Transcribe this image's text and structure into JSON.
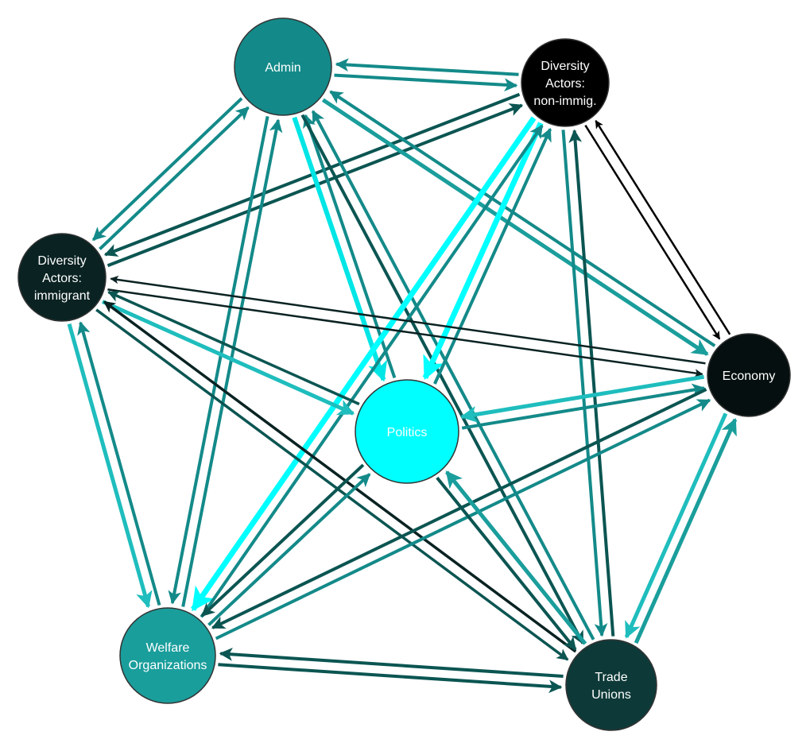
{
  "colors": {
    "teal": "#138a89",
    "tealMid": "#1a9e9c",
    "cyan": "#00ffff",
    "darkTeal": "#0b5552",
    "darkest": "#0a2222",
    "black": "#000000"
  },
  "nodes": [
    {
      "id": "admin",
      "label": "Admin",
      "lines": [
        "Admin"
      ],
      "color": "#138a89"
    },
    {
      "id": "dnon",
      "label": "Diversity Actors: non-immig.",
      "lines": [
        "Diversity",
        "Actors:",
        "non-immig."
      ],
      "color": "#000000"
    },
    {
      "id": "dimm",
      "label": "Diversity Actors: immigrant",
      "lines": [
        "Diversity",
        "Actors:",
        "immigrant"
      ],
      "color": "#0a2222"
    },
    {
      "id": "econ",
      "label": "Economy",
      "lines": [
        "Economy"
      ],
      "color": "#050f0f"
    },
    {
      "id": "pol",
      "label": "Politics",
      "lines": [
        "Politics"
      ],
      "color": "#00ffff"
    },
    {
      "id": "welf",
      "label": "Welfare Organizations",
      "lines": [
        "Welfare",
        "Organizations"
      ],
      "color": "#1a9e9c"
    },
    {
      "id": "trade",
      "label": "Trade Unions",
      "lines": [
        "Trade",
        "Unions"
      ],
      "color": "#0d3a38"
    }
  ],
  "edges": [
    {
      "from": "admin",
      "to": "dnon",
      "color": "#138a89",
      "w": 4
    },
    {
      "from": "dnon",
      "to": "admin",
      "color": "#138a89",
      "w": 4
    },
    {
      "from": "dimm",
      "to": "admin",
      "color": "#138a89",
      "w": 4
    },
    {
      "from": "admin",
      "to": "dimm",
      "color": "#138a89",
      "w": 4
    },
    {
      "from": "dnon",
      "to": "dimm",
      "color": "#0b5552",
      "w": 4
    },
    {
      "from": "dimm",
      "to": "dnon",
      "color": "#0b5552",
      "w": 4
    },
    {
      "from": "admin",
      "to": "pol",
      "color": "#00e5e5",
      "w": 6
    },
    {
      "from": "pol",
      "to": "admin",
      "color": "#138a89",
      "w": 4
    },
    {
      "from": "admin",
      "to": "econ",
      "color": "#1a9e9c",
      "w": 5
    },
    {
      "from": "econ",
      "to": "admin",
      "color": "#138a89",
      "w": 4
    },
    {
      "from": "admin",
      "to": "trade",
      "color": "#0b5552",
      "w": 4
    },
    {
      "from": "trade",
      "to": "admin",
      "color": "#138a89",
      "w": 4
    },
    {
      "from": "admin",
      "to": "welf",
      "color": "#138a89",
      "w": 4
    },
    {
      "from": "welf",
      "to": "admin",
      "color": "#138a89",
      "w": 4
    },
    {
      "from": "dnon",
      "to": "econ",
      "color": "#000000",
      "w": 2.5
    },
    {
      "from": "econ",
      "to": "dnon",
      "color": "#000000",
      "w": 2.5
    },
    {
      "from": "dnon",
      "to": "pol",
      "color": "#00ffff",
      "w": 7
    },
    {
      "from": "pol",
      "to": "dnon",
      "color": "#138a89",
      "w": 4
    },
    {
      "from": "dnon",
      "to": "welf",
      "color": "#00ffff",
      "w": 7
    },
    {
      "from": "welf",
      "to": "dnon",
      "color": "#138a89",
      "w": 4
    },
    {
      "from": "dnon",
      "to": "trade",
      "color": "#138a89",
      "w": 4
    },
    {
      "from": "trade",
      "to": "dnon",
      "color": "#0b5552",
      "w": 4
    },
    {
      "from": "dimm",
      "to": "econ",
      "color": "#0a2222",
      "w": 2.5
    },
    {
      "from": "econ",
      "to": "dimm",
      "color": "#0a2222",
      "w": 2.5
    },
    {
      "from": "dimm",
      "to": "pol",
      "color": "#1fbdbd",
      "w": 5
    },
    {
      "from": "pol",
      "to": "dimm",
      "color": "#0b5552",
      "w": 3.5
    },
    {
      "from": "dimm",
      "to": "welf",
      "color": "#1fbdbd",
      "w": 5
    },
    {
      "from": "welf",
      "to": "dimm",
      "color": "#138a89",
      "w": 4
    },
    {
      "from": "dimm",
      "to": "trade",
      "color": "#0b5552",
      "w": 3.5
    },
    {
      "from": "trade",
      "to": "dimm",
      "color": "#0a2222",
      "w": 3.5
    },
    {
      "from": "econ",
      "to": "pol",
      "color": "#1fbdbd",
      "w": 5
    },
    {
      "from": "pol",
      "to": "econ",
      "color": "#138a89",
      "w": 4
    },
    {
      "from": "econ",
      "to": "welf",
      "color": "#0b5552",
      "w": 4
    },
    {
      "from": "welf",
      "to": "econ",
      "color": "#138a89",
      "w": 4
    },
    {
      "from": "econ",
      "to": "trade",
      "color": "#1fbdbd",
      "w": 5
    },
    {
      "from": "trade",
      "to": "econ",
      "color": "#1a9e9c",
      "w": 5
    },
    {
      "from": "pol",
      "to": "welf",
      "color": "#0b5552",
      "w": 4
    },
    {
      "from": "welf",
      "to": "pol",
      "color": "#138a89",
      "w": 4
    },
    {
      "from": "pol",
      "to": "trade",
      "color": "#0b5552",
      "w": 4
    },
    {
      "from": "trade",
      "to": "pol",
      "color": "#1a9e9c",
      "w": 5
    },
    {
      "from": "welf",
      "to": "trade",
      "color": "#0b5552",
      "w": 4
    },
    {
      "from": "trade",
      "to": "welf",
      "color": "#0b5552",
      "w": 4
    }
  ]
}
